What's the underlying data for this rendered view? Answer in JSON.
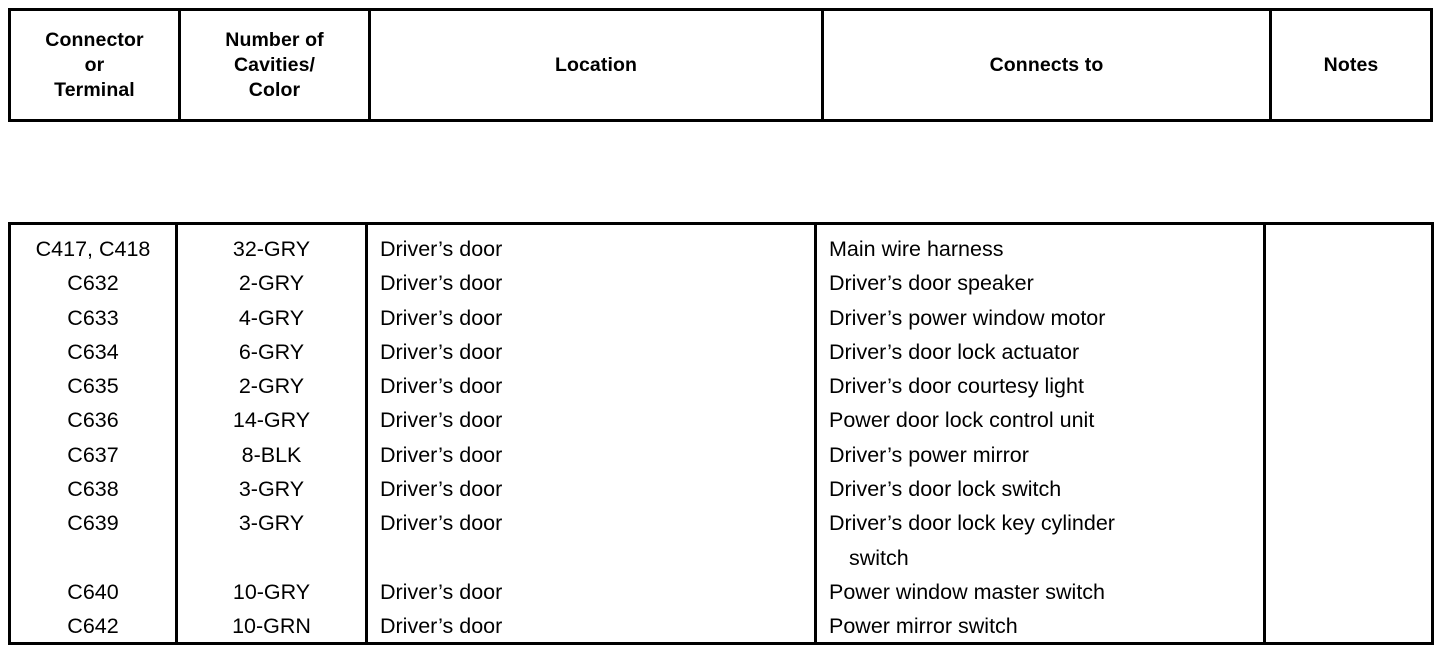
{
  "header": {
    "columns": [
      {
        "id": "connector",
        "lines": [
          "Connector",
          "or",
          "Terminal"
        ]
      },
      {
        "id": "cavities",
        "lines": [
          "Number of",
          "Cavities/",
          "Color"
        ]
      },
      {
        "id": "location",
        "lines": [
          "Location"
        ]
      },
      {
        "id": "connects",
        "lines": [
          "Connects to"
        ]
      },
      {
        "id": "notes",
        "lines": [
          "Notes"
        ]
      }
    ]
  },
  "table": {
    "rows": [
      {
        "connector": "C417, C418",
        "cavities": "32-GRY",
        "location": "Driver’s door",
        "connects_to": "Main wire harness",
        "connects_to_line2": "",
        "notes": ""
      },
      {
        "connector": "C632",
        "cavities": "2-GRY",
        "location": "Driver’s door",
        "connects_to": "Driver’s door speaker",
        "connects_to_line2": "",
        "notes": ""
      },
      {
        "connector": "C633",
        "cavities": "4-GRY",
        "location": "Driver’s door",
        "connects_to": "Driver’s power window motor",
        "connects_to_line2": "",
        "notes": ""
      },
      {
        "connector": "C634",
        "cavities": "6-GRY",
        "location": "Driver’s door",
        "connects_to": "Driver’s door lock actuator",
        "connects_to_line2": "",
        "notes": ""
      },
      {
        "connector": "C635",
        "cavities": "2-GRY",
        "location": "Driver’s door",
        "connects_to": "Driver’s door courtesy light",
        "connects_to_line2": "",
        "notes": ""
      },
      {
        "connector": "C636",
        "cavities": "14-GRY",
        "location": "Driver’s door",
        "connects_to": "Power door lock control unit",
        "connects_to_line2": "",
        "notes": ""
      },
      {
        "connector": "C637",
        "cavities": "8-BLK",
        "location": "Driver’s door",
        "connects_to": "Driver’s power mirror",
        "connects_to_line2": "",
        "notes": ""
      },
      {
        "connector": "C638",
        "cavities": "3-GRY",
        "location": "Driver’s door",
        "connects_to": "Driver’s door lock switch",
        "connects_to_line2": "",
        "notes": ""
      },
      {
        "connector": "C639",
        "cavities": "3-GRY",
        "location": "Driver’s door",
        "connects_to": "Driver’s door lock key cylinder",
        "connects_to_line2": "switch",
        "notes": ""
      },
      {
        "connector": "C640",
        "cavities": "10-GRY",
        "location": "Driver’s door",
        "connects_to": "Power window master switch",
        "connects_to_line2": "",
        "notes": ""
      },
      {
        "connector": "C642",
        "cavities": "10-GRN",
        "location": "Driver’s door",
        "connects_to": "Power mirror switch",
        "connects_to_line2": "",
        "notes": ""
      }
    ]
  },
  "colors": {
    "text": "#000000",
    "rule": "#000000",
    "background": "#ffffff"
  }
}
